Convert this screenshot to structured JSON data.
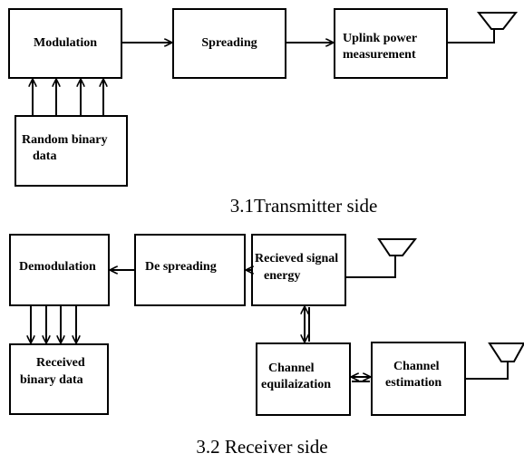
{
  "transmitter": {
    "blocks": {
      "modulation": "Modulation",
      "spreading": "Spreading",
      "uplink_line1": "Uplink power",
      "uplink_line2": "measurement",
      "random_line1": "Random binary",
      "random_line2": "data"
    },
    "caption": "3.1Transmitter side"
  },
  "receiver": {
    "blocks": {
      "demodulation": "Demodulation",
      "despreading": "De spreading",
      "recieved_line1": "Recieved signal",
      "recieved_line2": "energy",
      "received_line1": "Received",
      "received_line2": "binary data",
      "equal_line1": "Channel",
      "equal_line2": "equilaization",
      "estim_line1": "Channel",
      "estim_line2": "estimation"
    },
    "caption": "3.2 Receiver side"
  },
  "colors": {
    "stroke": "#000000",
    "fill": "#ffffff"
  },
  "icons": [
    "antenna-icon",
    "arrow-right-icon",
    "arrow-left-icon",
    "arrow-up-icon",
    "arrow-down-icon",
    "double-arrow-icon"
  ]
}
